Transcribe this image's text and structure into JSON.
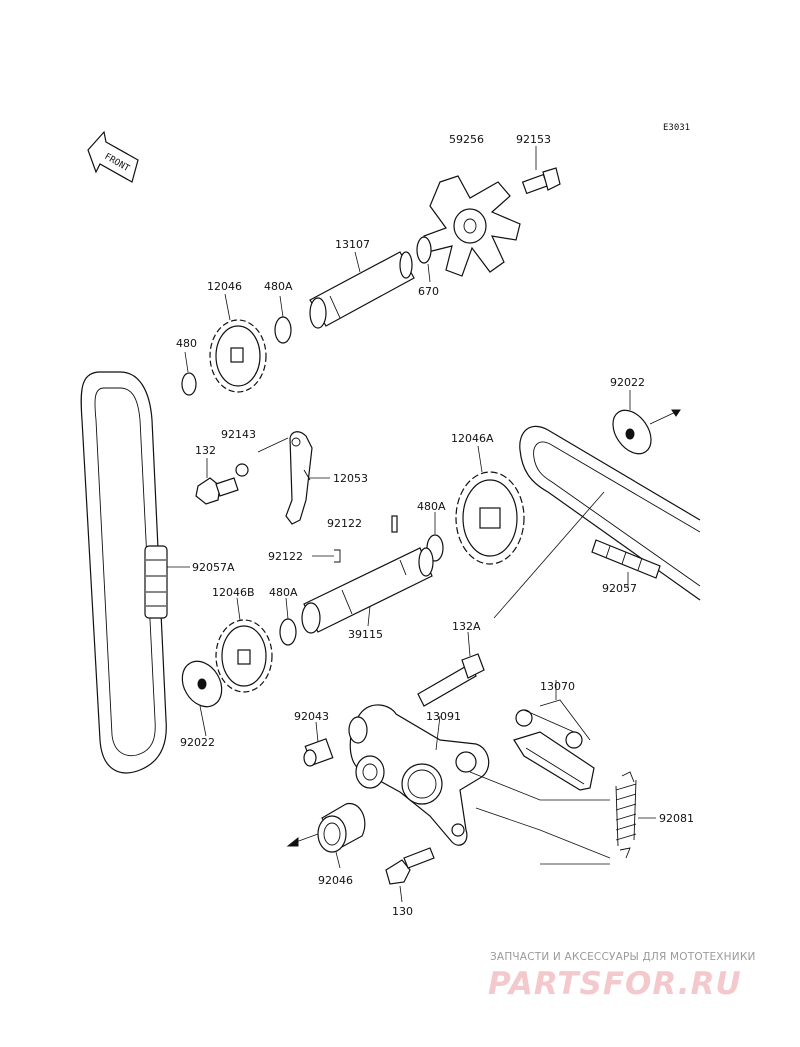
{
  "diagram_code": "E3031",
  "front_label": "FRONT",
  "parts": {
    "p59256": "59256",
    "p92153": "92153",
    "p13107": "13107",
    "p670": "670",
    "p12046": "12046",
    "p480A_top": "480A",
    "p480": "480",
    "p92022_right": "92022",
    "p92143": "92143",
    "p132": "132",
    "p12053": "12053",
    "p12046A": "12046A",
    "p92122_a": "92122",
    "p480A_mid": "480A",
    "p92122_b": "92122",
    "p92057A": "92057A",
    "p92057": "92057",
    "p12046B": "12046B",
    "p480A_low": "480A",
    "p39115": "39115",
    "p132A": "132A",
    "p13070": "13070",
    "p92043": "92043",
    "p13091": "13091",
    "p92022_left": "92022",
    "p92081": "92081",
    "p92046": "92046",
    "p130": "130"
  },
  "watermark": {
    "line1": "ЗАПЧАСТИ И АКСЕССУАРЫ ДЛЯ МОТОТЕХНИКИ",
    "line2": "PARTSFOR.RU"
  }
}
